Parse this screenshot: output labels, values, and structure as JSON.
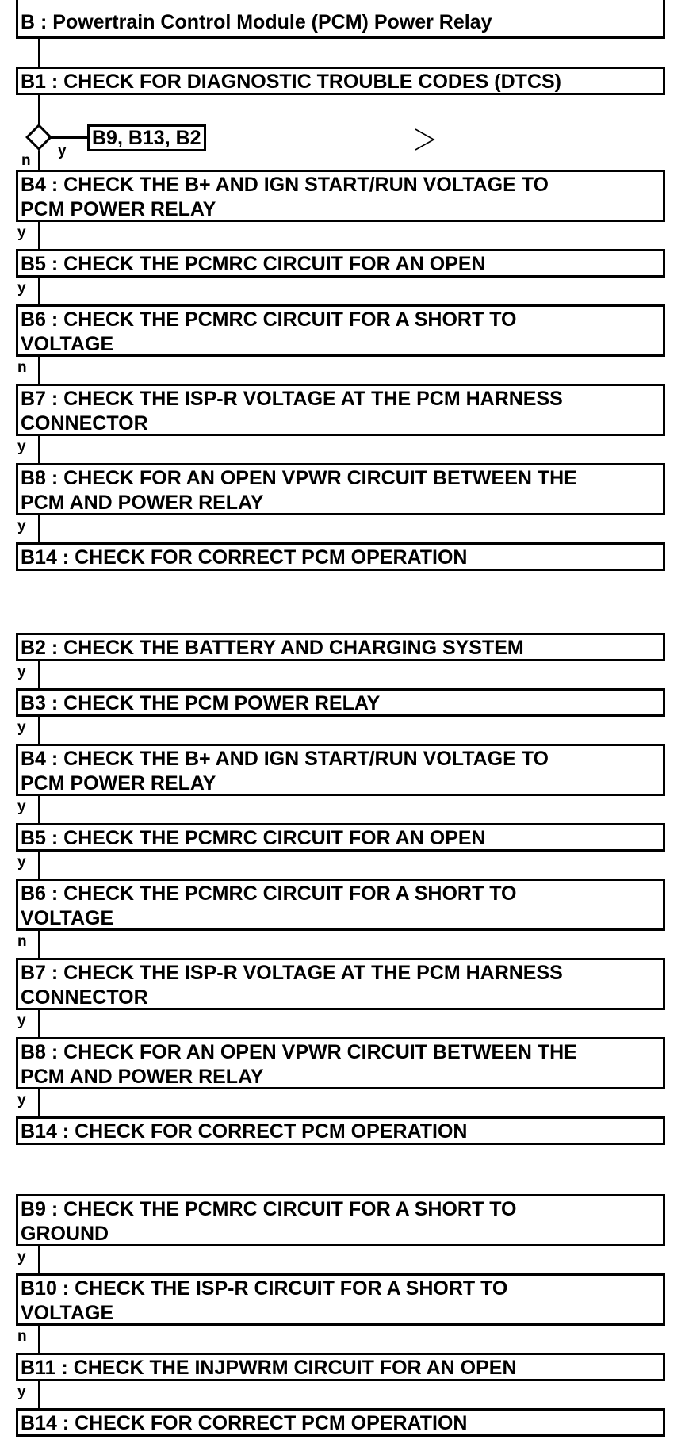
{
  "title": "B : Powertrain Control Module (PCM) Power Relay",
  "b1": "B1 : CHECK FOR DIAGNOSTIC TROUBLE CODES (DTCS)",
  "diamond": {
    "yes_label": "y",
    "no_label": "n",
    "ref": "B9, B13, B2"
  },
  "path1": [
    {
      "line1": "B4 : CHECK THE B+ AND IGN START/RUN VOLTAGE TO",
      "line2": "PCM POWER RELAY",
      "after": "y"
    },
    {
      "line1": "B5 : CHECK THE PCMRC CIRCUIT FOR AN OPEN",
      "after": "y"
    },
    {
      "line1": "B6 : CHECK THE PCMRC CIRCUIT FOR A SHORT TO",
      "line2": "VOLTAGE",
      "after": "n"
    },
    {
      "line1": "B7 : CHECK THE ISP-R VOLTAGE AT THE PCM HARNESS",
      "line2": "CONNECTOR",
      "after": "y"
    },
    {
      "line1": "B8 : CHECK FOR AN OPEN VPWR CIRCUIT BETWEEN THE",
      "line2": "PCM AND POWER RELAY",
      "after": "y"
    },
    {
      "line1": "B14 : CHECK FOR CORRECT PCM OPERATION"
    }
  ],
  "path2": [
    {
      "line1": "B2 : CHECK THE BATTERY AND CHARGING SYSTEM",
      "after": "y"
    },
    {
      "line1": "B3 : CHECK THE PCM POWER RELAY",
      "after": "y"
    },
    {
      "line1": "B4 : CHECK THE B+ AND IGN START/RUN VOLTAGE TO",
      "line2": "PCM POWER RELAY",
      "after": "y"
    },
    {
      "line1": "B5 : CHECK THE PCMRC CIRCUIT FOR AN OPEN",
      "after": "y"
    },
    {
      "line1": "B6 : CHECK THE PCMRC CIRCUIT FOR A SHORT TO",
      "line2": "VOLTAGE",
      "after": "n"
    },
    {
      "line1": "B7 : CHECK THE ISP-R VOLTAGE AT THE PCM HARNESS",
      "line2": "CONNECTOR",
      "after": "y"
    },
    {
      "line1": "B8 : CHECK FOR AN OPEN VPWR CIRCUIT BETWEEN THE",
      "line2": "PCM AND POWER RELAY",
      "after": "y"
    },
    {
      "line1": "B14 : CHECK FOR CORRECT PCM OPERATION"
    }
  ],
  "path3": [
    {
      "line1": "B9 : CHECK THE PCMRC CIRCUIT FOR A SHORT TO",
      "line2": "GROUND",
      "after": "y"
    },
    {
      "line1": "B10 : CHECK THE ISP-R CIRCUIT FOR A SHORT TO",
      "line2": "VOLTAGE",
      "after": "n"
    },
    {
      "line1": "B11 : CHECK THE INJPWRM CIRCUIT FOR AN OPEN",
      "after": "y"
    },
    {
      "line1": "B14 : CHECK FOR CORRECT PCM OPERATION"
    }
  ]
}
